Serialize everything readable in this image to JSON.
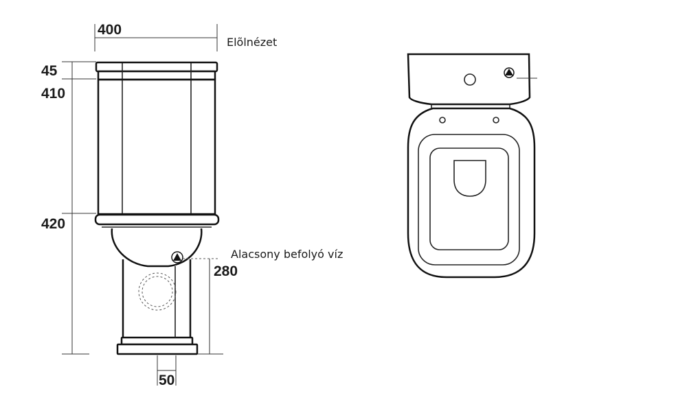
{
  "dimensions": {
    "width_top": "400",
    "lid_height": "45",
    "tank_height": "410",
    "bowl_height": "420",
    "inlet_height": "280",
    "outlet_offset": "50"
  },
  "labels": {
    "front_view": "Elõlnézet",
    "low_water_inlet": "Alacsony befolyó víz"
  },
  "colors": {
    "line": "#111111",
    "background": "#ffffff"
  },
  "icons": [
    "water-inlet-triangle-icon",
    "water-inlet-triangle-icon"
  ]
}
